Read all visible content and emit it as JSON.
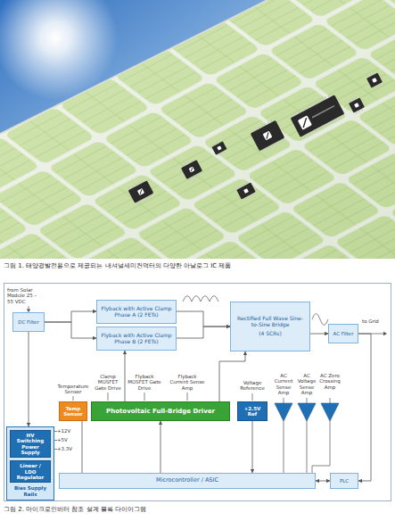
{
  "diagram": {
    "caption": "그림 2. 마이크로인버터 참조 설계 블록 다이어그램",
    "nodes": [
      {
        "text": [
          "DC Filter"
        ]
      },
      {
        "text": [
          "Flyback with Active Clamp Phase A (2 FETs)"
        ]
      },
      {
        "text": [
          "Flyback with Active Clamp Phase B (2 FETs)"
        ]
      },
      {
        "text": [
          "Rectified Full Wave Sine-to-Sine Bridge",
          "(4 SCRs)"
        ]
      },
      {
        "text": [
          "AC Filter"
        ]
      },
      {
        "text": [
          "Temp Sensor"
        ]
      },
      {
        "text": [
          "Photovoltaic Full-Bridge Driver"
        ]
      },
      {
        "text": [
          "+2.5V Ref"
        ]
      },
      {
        "text": [
          "Bias Supply Rails"
        ]
      },
      {
        "text": [
          "HV Switching Power Supply"
        ],
        "in": 8
      },
      {
        "text": [
          "Linear / LDO Regulator"
        ],
        "in": 8
      },
      {
        "text": [
          "Microcontroller / ASIC"
        ]
      },
      {
        "text": [
          "PLC"
        ]
      }
    ],
    "edges": [
      {
        "from": 0,
        "to": 1,
        "arrow": "to"
      },
      {
        "from": 0,
        "to": 2,
        "arrow": "to"
      },
      {
        "from": 1,
        "to": 3,
        "arrow": "to"
      },
      {
        "from": 2,
        "to": 3,
        "arrow": "to"
      },
      {
        "from": 3,
        "to": 4,
        "arrow": "to"
      },
      {
        "from": 4,
        "to": 12,
        "arrow": "to"
      },
      {
        "from": 12,
        "to": 11,
        "arrow": "both"
      },
      {
        "from": 11,
        "to": 6,
        "arrow": "to"
      },
      {
        "from": 6,
        "to": 2,
        "arrow": "to"
      },
      {
        "from": 6,
        "to": 3,
        "arrow": "to"
      },
      {
        "from": 0,
        "to": 8,
        "arrow": "to"
      },
      {
        "from": 5,
        "to": 11,
        "arrow": "none"
      },
      {
        "from": 7,
        "to": 11,
        "arrow": "to"
      }
    ],
    "labels": [
      "그림 1. 태양광발전용으로 제공되는 내셔널세미컨덕터의 다양한 아날로그 IC 제품",
      "from Solar Module 25 – 55 VDC",
      "to Grid",
      "Temperature Sensor",
      "Clamp MOSFET Gate Drive",
      "Flyback MOSFET Gate Drive",
      "Flyback Current Sense Amp",
      "Voltage Reference",
      "AC Current Sense Amp",
      "AC Voltage Sense Amp",
      "AC Zero Crossing Amp",
      "+12V",
      "+5V",
      "+3.3V"
    ]
  }
}
